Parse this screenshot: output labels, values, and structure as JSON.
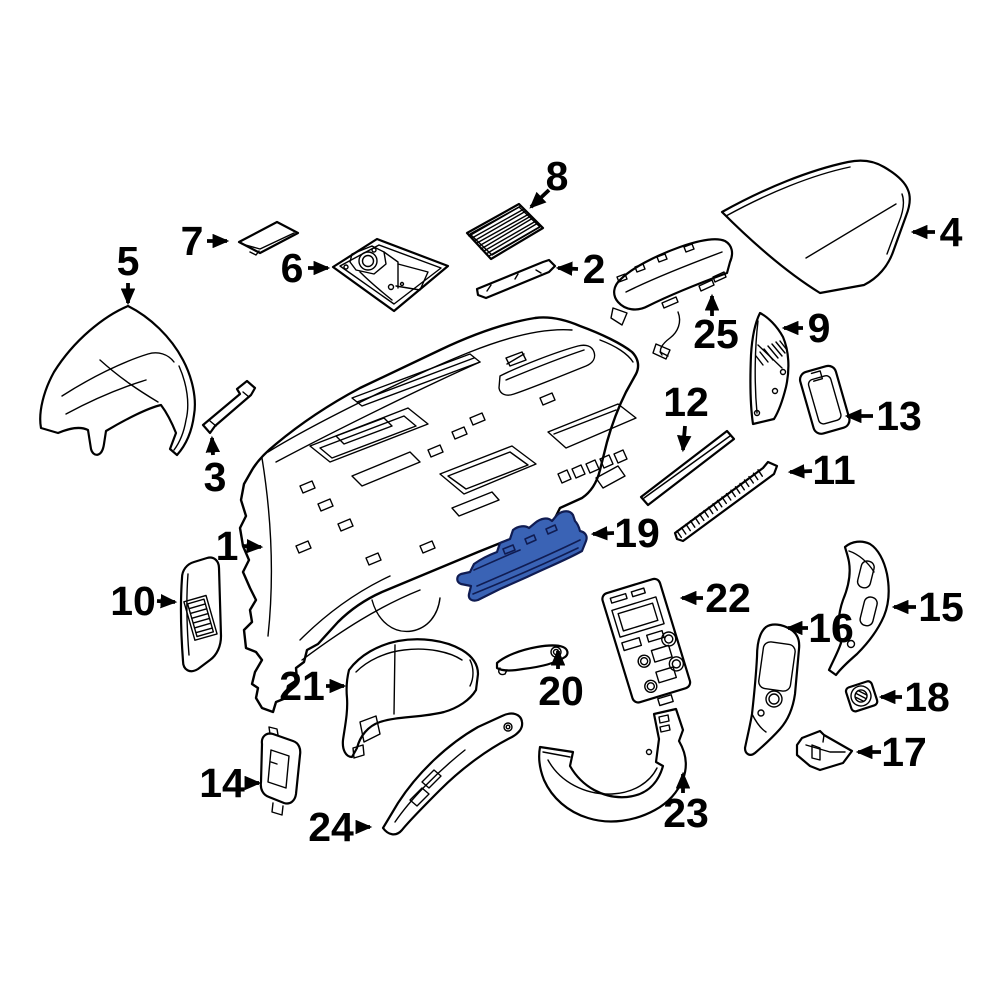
{
  "diagram": {
    "type": "exploded-parts-diagram",
    "subject": "instrument-panel-components",
    "highlighted_callout": "19",
    "colors": {
      "background": "#ffffff",
      "line": "#000000",
      "highlight_fill": "#3a63b5",
      "highlight_stroke": "#101c52"
    },
    "callouts": [
      {
        "label": "1"
      },
      {
        "label": "2"
      },
      {
        "label": "3"
      },
      {
        "label": "4"
      },
      {
        "label": "5"
      },
      {
        "label": "6"
      },
      {
        "label": "7"
      },
      {
        "label": "8"
      },
      {
        "label": "9"
      },
      {
        "label": "10"
      },
      {
        "label": "11"
      },
      {
        "label": "12"
      },
      {
        "label": "13"
      },
      {
        "label": "14"
      },
      {
        "label": "15"
      },
      {
        "label": "16"
      },
      {
        "label": "17"
      },
      {
        "label": "18"
      },
      {
        "label": "19"
      },
      {
        "label": "20"
      },
      {
        "label": "21"
      },
      {
        "label": "22"
      },
      {
        "label": "23"
      },
      {
        "label": "24"
      },
      {
        "label": "25"
      }
    ]
  }
}
